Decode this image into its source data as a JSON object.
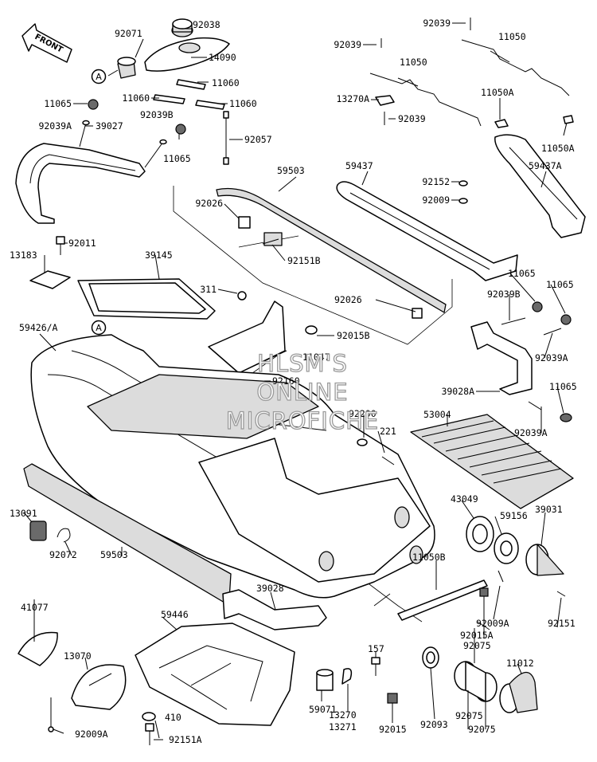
{
  "direction_label": "FRONT",
  "reference_marker": "A",
  "watermark": [
    "HLSM'S",
    "ONLINE",
    "MICROFICHE"
  ],
  "labels": {
    "92071": "92071",
    "92038": "92038",
    "14090": "14090",
    "11060_a": "11060",
    "11060_b": "11060",
    "11060_c": "11060",
    "11065_a": "11065",
    "92039a_a": "92039A",
    "39027": "39027",
    "92039b_a": "92039B",
    "11065_b": "11065",
    "92057": "92057",
    "92039_a": "92039",
    "92039_b": "92039",
    "11050_a": "11050",
    "11050_b": "11050",
    "13270a": "13270A",
    "92039_c": "92039",
    "11050a_a": "11050A",
    "11050a_b": "11050A",
    "59503_a": "59503",
    "59437": "59437",
    "92152": "92152",
    "92009_a": "92009",
    "59437a": "59437A",
    "92026_a": "92026",
    "92151b": "92151B",
    "92011": "92011",
    "13183": "13183",
    "39145": "39145",
    "311": "311",
    "92026_b": "92026",
    "11065_c": "11065",
    "11065_d": "11065",
    "92039b_b": "92039B",
    "59426a": "59426/A",
    "92015b": "92015B",
    "92039a_b": "92039A",
    "11047": "11047",
    "92160": "92160",
    "39028a": "39028A",
    "11065_e": "11065",
    "92200": "92200",
    "53004": "53004",
    "221": "221",
    "92039a_c": "92039A",
    "43049": "43049",
    "59156": "59156",
    "39031": "39031",
    "13091": "13091",
    "92072": "92072",
    "59503_b": "59503",
    "11050b": "11050B",
    "92009a_a": "92009A",
    "92151": "92151",
    "92015a": "92015A",
    "41077": "41077",
    "39028": "39028",
    "59446": "59446",
    "92075_a": "92075",
    "13070": "13070",
    "157": "157",
    "11012": "11012",
    "59071": "59071",
    "92093": "92093",
    "410": "410",
    "13270": "13270",
    "13271": "13271",
    "92015": "92015",
    "92075_b": "92075",
    "92075_c": "92075",
    "92009a_b": "92009A",
    "92151a": "92151A"
  }
}
